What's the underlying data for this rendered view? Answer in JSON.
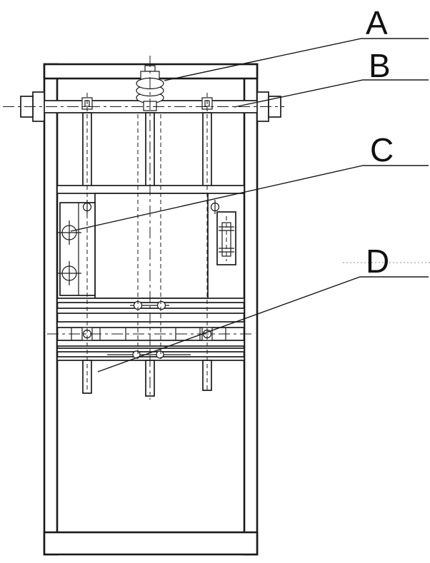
{
  "figure": {
    "type": "technical-drawing",
    "description": "Front view of a machine frame with labeled parts",
    "labels": [
      {
        "id": "label-a",
        "text": "A"
      },
      {
        "id": "label-b",
        "text": "B"
      },
      {
        "id": "label-c",
        "text": "C"
      },
      {
        "id": "label-d",
        "text": "D"
      }
    ]
  }
}
